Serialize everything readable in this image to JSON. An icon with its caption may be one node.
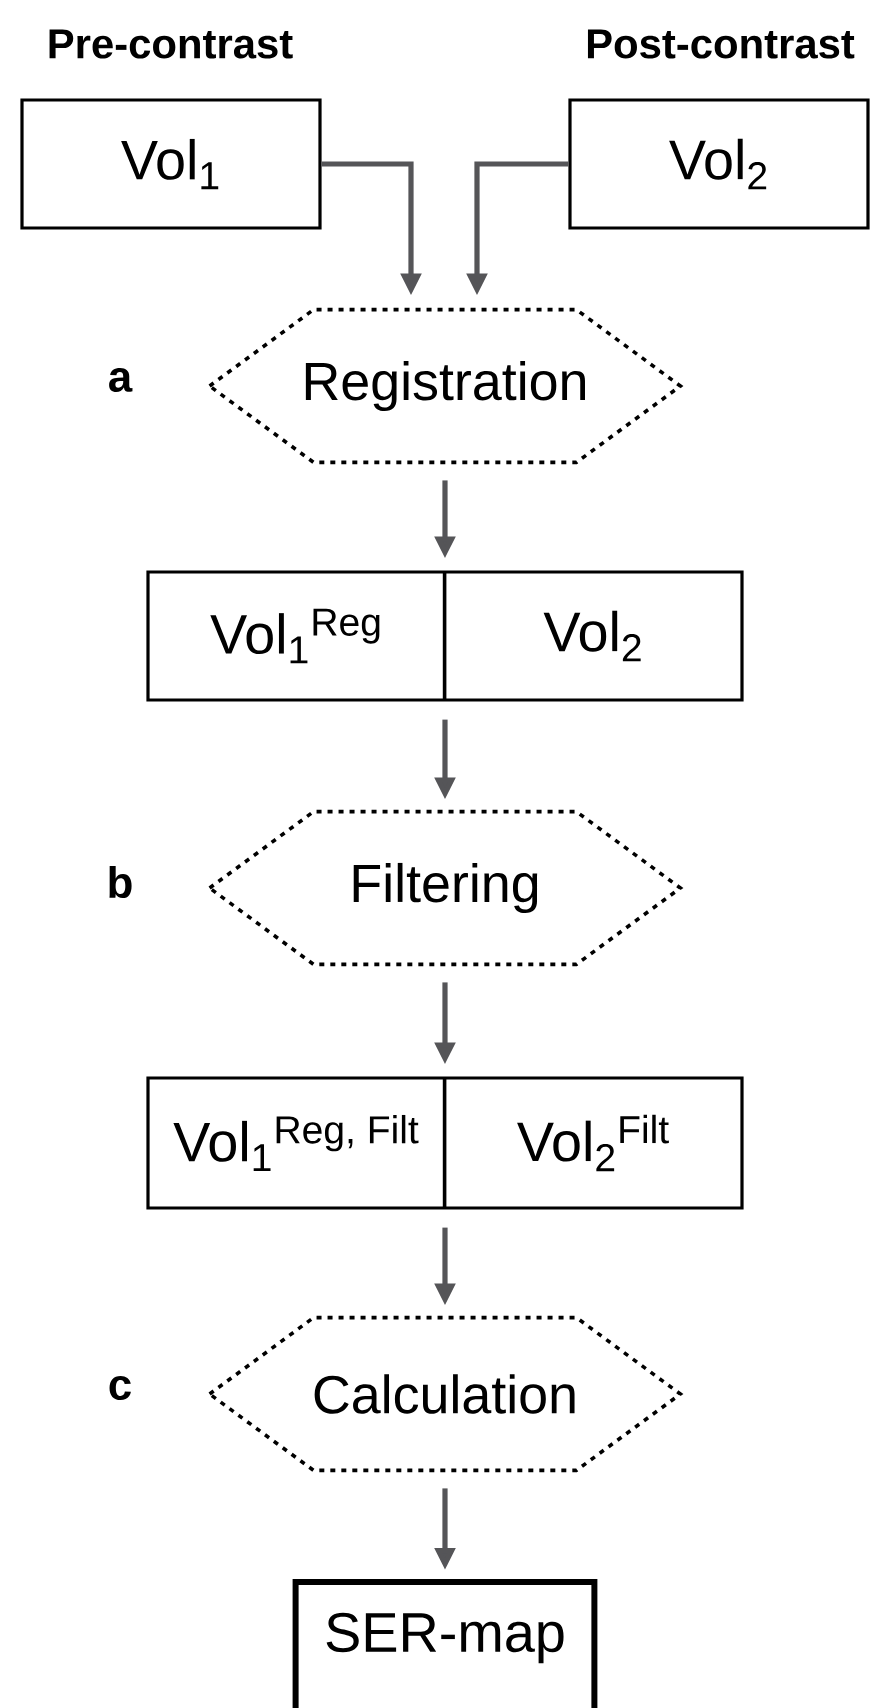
{
  "diagram": {
    "nodes": [
      {
        "text": [
          "Pre-contrast",
          "Vol$_{1}$"
        ]
      },
      {
        "text": [
          "Post-contrast",
          "Vol$_{2}$"
        ]
      },
      {
        "text": [
          "Registration"
        ],
        "beside": [
          "a"
        ]
      },
      {
        "text": [],
        "shape": "box"
      },
      {
        "text": [
          "Vol$_{1}$$^{Reg}$"
        ],
        "in": 3
      },
      {
        "text": [
          "Vol$_{2}$"
        ],
        "in": 3
      },
      {
        "text": [
          "Filtering"
        ],
        "beside": [
          "b"
        ]
      },
      {
        "text": [],
        "shape": "box"
      },
      {
        "text": [
          "Vol$_{1}$$^{Reg, Filt}$"
        ],
        "in": 7
      },
      {
        "text": [
          "Vol$_{2}$$^{Filt}$"
        ],
        "in": 7
      },
      {
        "text": [
          "Calculation"
        ],
        "beside": [
          "c"
        ]
      },
      {
        "text": [
          "SER-map"
        ]
      }
    ],
    "edges": [
      {
        "from": 0,
        "to": 2,
        "arrow": "to"
      },
      {
        "from": 1,
        "to": 2,
        "arrow": "to"
      },
      {
        "from": 2,
        "to": 3,
        "arrow": "to"
      },
      {
        "from": 3,
        "to": 6,
        "arrow": "to"
      },
      {
        "from": 6,
        "to": 7,
        "arrow": "to"
      },
      {
        "from": 7,
        "to": 10,
        "arrow": "to"
      },
      {
        "from": 10,
        "to": 11,
        "arrow": "to"
      }
    ]
  }
}
